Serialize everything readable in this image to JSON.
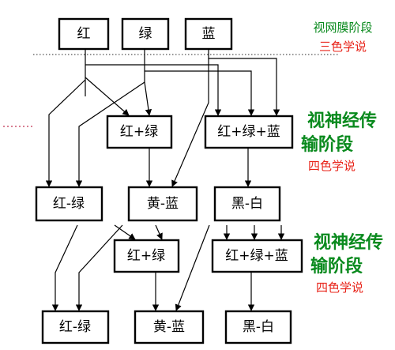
{
  "colors": {
    "green": "#0a8a1e",
    "red": "#e8241a",
    "line": "#000000"
  },
  "stages": {
    "retina_name": "视网膜阶段",
    "retina_theory": "三色学说",
    "transmission1_line1": "视神经传",
    "transmission1_line2": "输阶段",
    "transmission1_theory": "四色学说",
    "transmission2_line1": "视神经传",
    "transmission2_line2": "输阶段",
    "transmission2_theory": "四色学说"
  },
  "nodes": {
    "receptor_red": "红",
    "receptor_green": "绿",
    "receptor_blue": "蓝",
    "combo1_red_green": "红+绿",
    "combo1_red_green_blue": "红+绿+蓝",
    "opp1_red_green": "红-绿",
    "opp1_yellow_blue": "黄-蓝",
    "opp1_black_white": "黑-白",
    "combo2_red_green": "红+绿",
    "combo2_red_green_blue": "红+绿+蓝",
    "opp2_red_green": "红-绿",
    "opp2_yellow_blue": "黄-蓝",
    "opp2_black_white": "黑-白"
  }
}
